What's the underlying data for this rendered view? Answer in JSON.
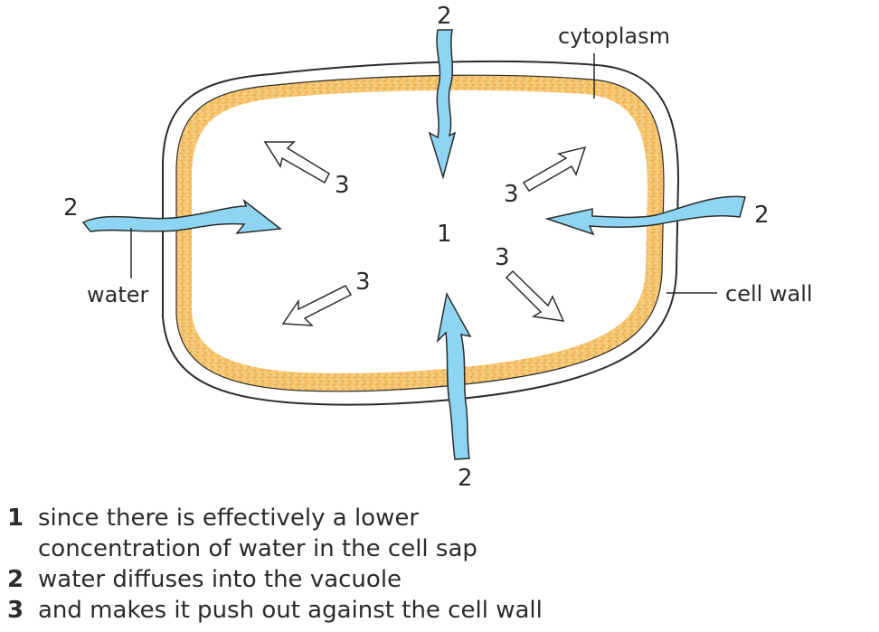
{
  "figure": {
    "title": "Turgor in a plant cell",
    "colors": {
      "water": "#8dd5f2",
      "cytoplasm": "#f2b24a",
      "outline": "#2b2b2b"
    },
    "labels": {
      "cytoplasm": "cytoplasm",
      "cell_wall": "cell wall",
      "water": "water",
      "center_number": "1"
    },
    "water_arrows": [
      {
        "id": "top",
        "number": "2"
      },
      {
        "id": "left",
        "number": "2"
      },
      {
        "id": "right",
        "number": "2"
      },
      {
        "id": "bottom",
        "number": "2"
      }
    ],
    "pressure_arrows": [
      {
        "id": "upper-left",
        "number": "3"
      },
      {
        "id": "upper-right",
        "number": "3"
      },
      {
        "id": "lower-left",
        "number": "3"
      },
      {
        "id": "lower-right",
        "number": "3"
      }
    ]
  },
  "legend": [
    {
      "number": "1",
      "lines": [
        "since there is effectively a lower",
        "concentration of water in the cell sap"
      ]
    },
    {
      "number": "2",
      "lines": [
        "water diffuses into the vacuole"
      ]
    },
    {
      "number": "3",
      "lines": [
        "and makes it push out against the cell wall"
      ]
    }
  ]
}
